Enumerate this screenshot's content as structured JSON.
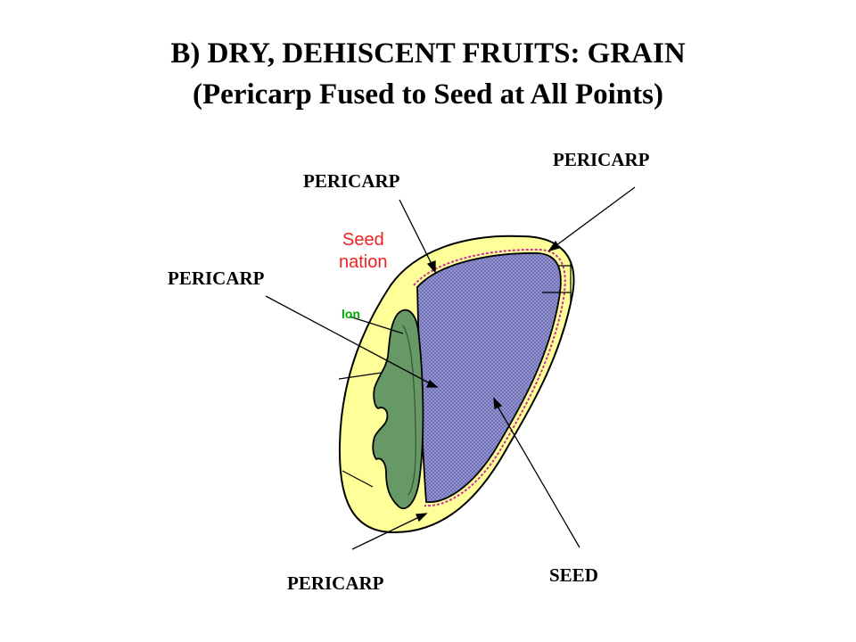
{
  "title": {
    "line1": "B) DRY, DEHISCENT FRUITS: GRAIN",
    "line2": "(Pericarp Fused to Seed at All Points)"
  },
  "labels": {
    "pericarp_top_right": "PERICARP",
    "pericarp_top_center": "PERICARP",
    "pericarp_left": "PERICARP",
    "pericarp_bottom": "PERICARP",
    "seed": "SEED"
  },
  "cropped_fragments": {
    "seed_red": "Seed",
    "nation_red": "nation",
    "lon_green": "lon"
  },
  "colors": {
    "pericarp_fill": "#ffff99",
    "endosperm_fill": "#8888cc",
    "embryo_fill": "#669966",
    "seed_coat_line": "#cc3399",
    "fragment_red": "#ee2222",
    "fragment_green": "#00aa00"
  }
}
